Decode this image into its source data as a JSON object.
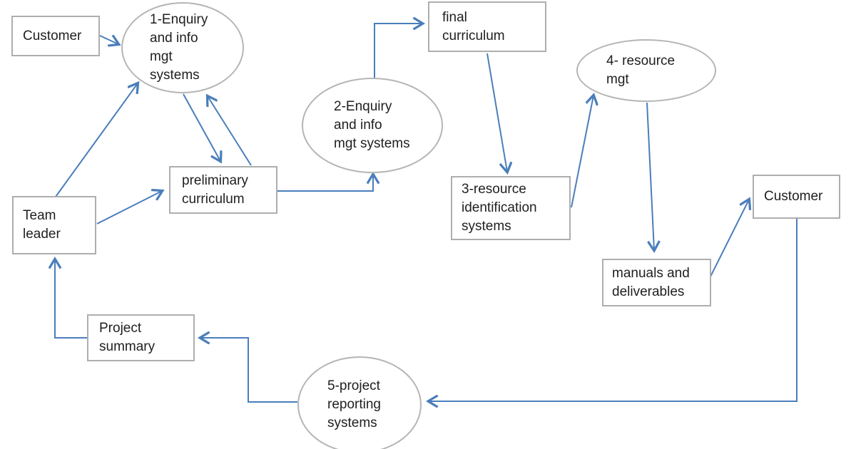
{
  "colors": {
    "arrow": "#4a7ebb",
    "shape_border": "#aeaeae",
    "text": "#1f1f1f",
    "background": "#ffffff"
  },
  "diagram": {
    "nodes": {
      "customer_top": {
        "shape": "rect",
        "label": "Customer"
      },
      "enquiry_1": {
        "shape": "ellipse",
        "label": "1-Enquiry\nand info\nmgt\nsystems"
      },
      "preliminary_curriculum": {
        "shape": "rect",
        "label": "preliminary\ncurriculum"
      },
      "enquiry_2": {
        "shape": "ellipse",
        "label": "2-Enquiry\nand info\nmgt systems"
      },
      "final_curriculum": {
        "shape": "rect",
        "label": "final\ncurriculum"
      },
      "resource_identification": {
        "shape": "rect",
        "label": "3-resource\nidentification\nsystems"
      },
      "resource_mgt": {
        "shape": "ellipse",
        "label": "4- resource\nmgt"
      },
      "manuals_deliverables": {
        "shape": "rect",
        "label": "manuals and\ndeliverables"
      },
      "customer_right": {
        "shape": "rect",
        "label": "Customer"
      },
      "team_leader": {
        "shape": "rect",
        "label": "Team\nleader"
      },
      "project_summary": {
        "shape": "rect",
        "label": "Project\nsummary"
      },
      "reporting_5": {
        "shape": "ellipse",
        "label": "5-project\nreporting\nsystems"
      }
    },
    "edges": [
      {
        "from": "customer_top",
        "to": "enquiry_1"
      },
      {
        "from": "team_leader",
        "to": "enquiry_1"
      },
      {
        "from": "enquiry_1",
        "to": "preliminary_curriculum"
      },
      {
        "from": "preliminary_curriculum",
        "to": "enquiry_1"
      },
      {
        "from": "team_leader",
        "to": "preliminary_curriculum"
      },
      {
        "from": "preliminary_curriculum",
        "to": "enquiry_2"
      },
      {
        "from": "enquiry_2",
        "to": "final_curriculum"
      },
      {
        "from": "final_curriculum",
        "to": "resource_identification"
      },
      {
        "from": "resource_identification",
        "to": "resource_mgt"
      },
      {
        "from": "resource_mgt",
        "to": "manuals_deliverables"
      },
      {
        "from": "manuals_deliverables",
        "to": "customer_right"
      },
      {
        "from": "customer_right",
        "to": "reporting_5"
      },
      {
        "from": "reporting_5",
        "to": "project_summary"
      },
      {
        "from": "project_summary",
        "to": "team_leader"
      }
    ]
  }
}
